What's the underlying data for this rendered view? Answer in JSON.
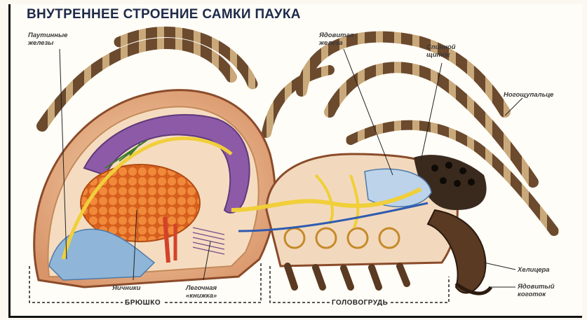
{
  "title": "ВНУТРЕННЕЕ СТРОЕНИЕ САМКИ ПАУКА",
  "labels": {
    "spinneret_glands": [
      "Паутинные",
      "железы"
    ],
    "venom_gland": [
      "Ядовитая",
      "железа"
    ],
    "dorsal_shield": [
      "Спинной",
      "щиток"
    ],
    "pedipalp": [
      "Ногощупальце"
    ],
    "ovaries": [
      "Яичники"
    ],
    "book_lung": [
      "Легочная",
      "«книжка»"
    ],
    "chelicera": [
      "Хелицера"
    ],
    "venom_claw": [
      "Ядовитый",
      "коготок"
    ]
  },
  "regions": {
    "abdomen": "БРЮШКО",
    "cephalothorax": "ГОЛОВОГРУДЬ"
  },
  "colors": {
    "title": "#1e2a4a",
    "leg_brown": "#6b4a2e",
    "leg_band": "#c9a87a",
    "abdomen_wall": "#e9b98a",
    "gut_purple": "#8d5aa8",
    "ovary_orange": "#e8742a",
    "nerve_yellow": "#f0cf3a",
    "vessel_blue": "#2f5bb0",
    "silk_gland_blue": "#8fb6d8",
    "fang_brown": "#5a3a22"
  }
}
